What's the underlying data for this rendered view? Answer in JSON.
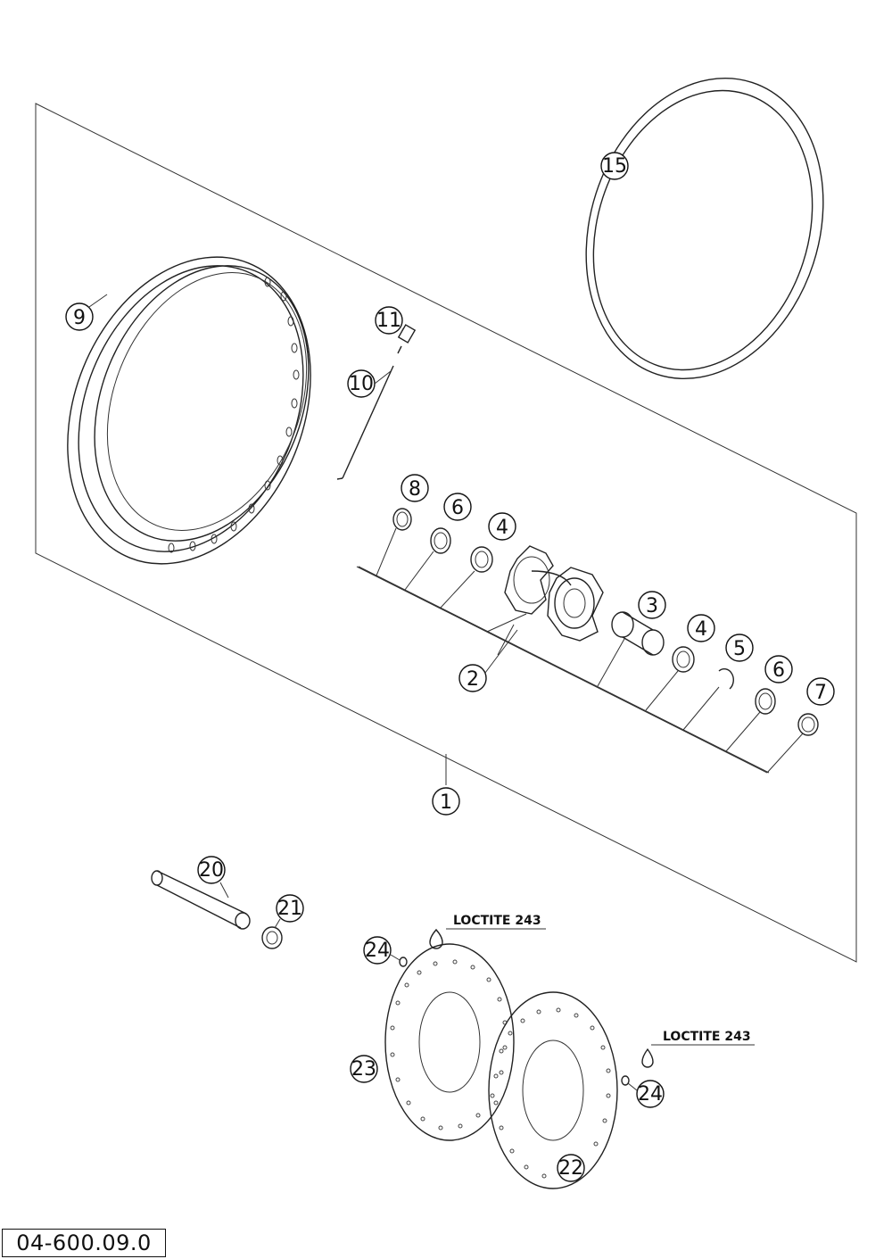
{
  "drawing_number": "04-600.09.0",
  "notes": {
    "loctite_1": "LOCTITE 243",
    "loctite_2": "LOCTITE 243"
  },
  "callouts": {
    "c1": "1",
    "c2": "2",
    "c3": "3",
    "c4a": "4",
    "c4b": "4",
    "c5": "5",
    "c6a": "6",
    "c6b": "6",
    "c7": "7",
    "c8": "8",
    "c9": "9",
    "c10": "10",
    "c11": "11",
    "c15": "15",
    "c20": "20",
    "c21": "21",
    "c22": "22",
    "c23": "23",
    "c24a": "24",
    "c24b": "24"
  }
}
